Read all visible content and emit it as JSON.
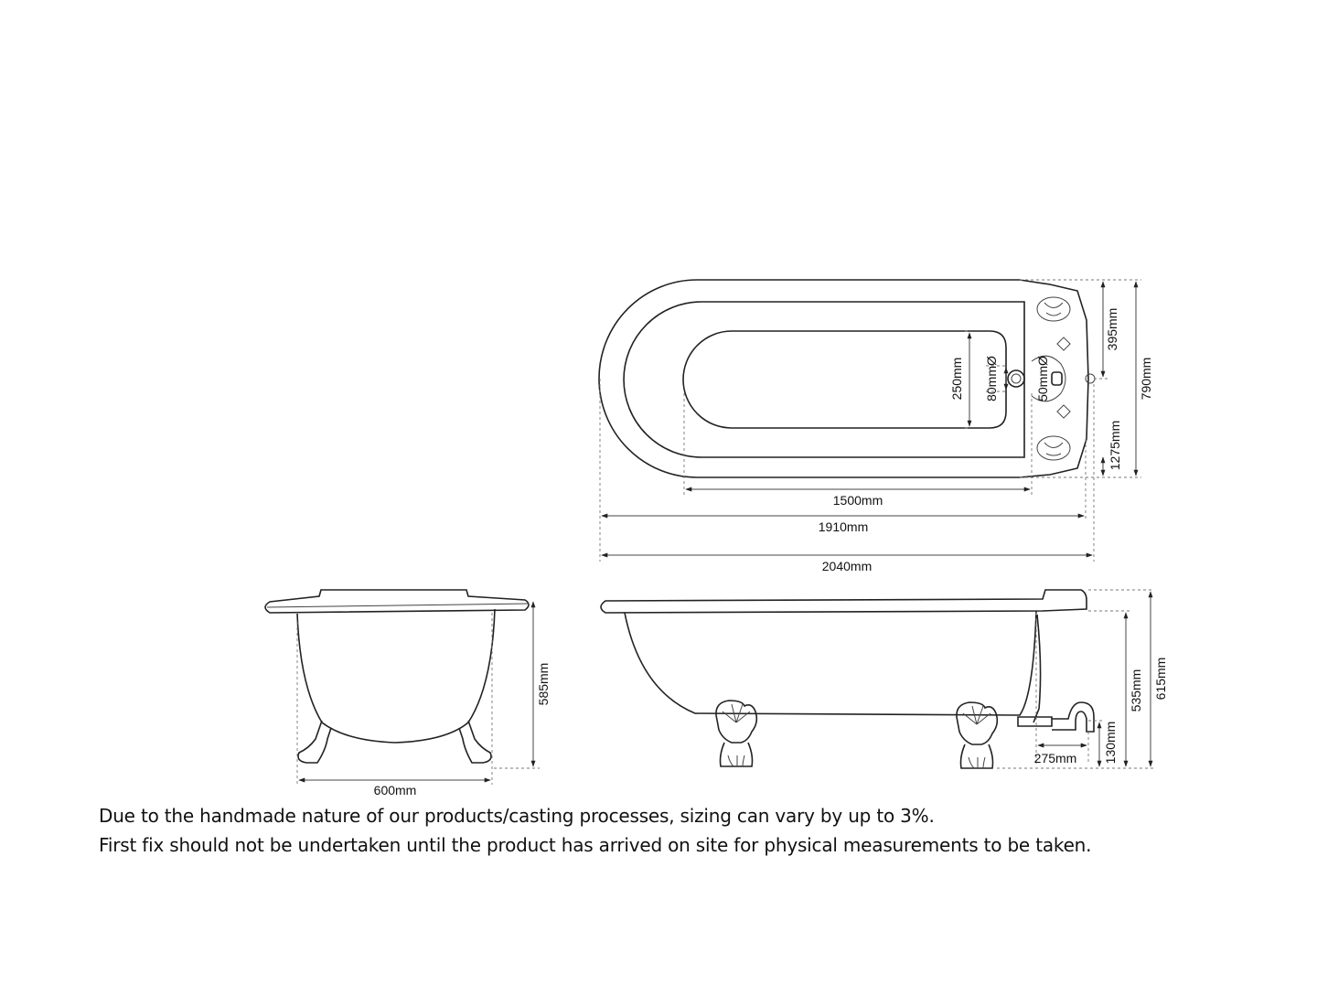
{
  "dimensions": {
    "inner_length": "1500mm",
    "bath_length": "1910mm",
    "overall_length": "2040mm",
    "width": "790mm",
    "tap_deck_depth": "395mm",
    "tap_centre_offset": "1275mm",
    "inner_width": "250mm",
    "overflow_dia": "80mmØ",
    "waste_dia": "50mmØ",
    "end_width": "600mm",
    "end_height": "585mm",
    "side_height_rim": "535mm",
    "side_height_overall": "615mm",
    "trap_height": "130mm",
    "trap_offset": "275mm"
  },
  "notes": {
    "line1": "Due to the handmade nature of our products/casting processes, sizing can vary by up to 3%.",
    "line2": "First fix should not be undertaken until the product has arrived on site for physical measurements to be taken."
  }
}
